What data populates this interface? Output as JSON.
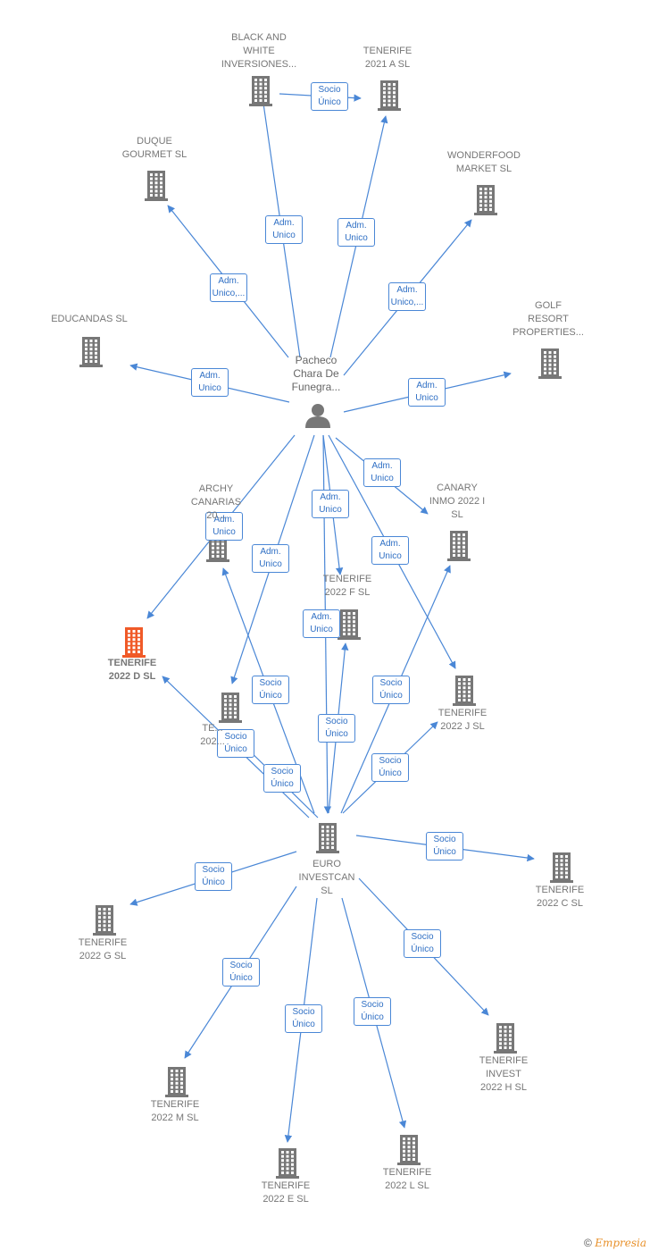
{
  "center_person": {
    "label": "Pacheco\nChara De\nFunegra..."
  },
  "hub_company": {
    "label": "EURO\nINVESTCAN\nSL"
  },
  "companies": [
    {
      "id": "black_white",
      "label": "BLACK AND\nWHITE\nINVERSIONES..."
    },
    {
      "id": "tenerife_2021a",
      "label": "TENERIFE\n2021 A  SL"
    },
    {
      "id": "duque",
      "label": "DUQUE\nGOURMET  SL"
    },
    {
      "id": "wonderfood",
      "label": "WONDERFOOD\nMARKET  SL"
    },
    {
      "id": "educandas",
      "label": "EDUCANDAS SL"
    },
    {
      "id": "golf",
      "label": "GOLF\nRESORT\nPROPERTIES..."
    },
    {
      "id": "archy",
      "label": "ARCHY\nCANARIAS\n20..."
    },
    {
      "id": "canary",
      "label": "CANARY\nINMO 2022 I\nSL"
    },
    {
      "id": "tenerife_2022f",
      "label": "TENERIFE\n2022 F  SL"
    },
    {
      "id": "tenerife_2022d",
      "label": "TENERIFE\n2022 D  SL",
      "highlight": true
    },
    {
      "id": "tenerife_2022x",
      "label": "TE...\n202..."
    },
    {
      "id": "tenerife_2022j",
      "label": "TENERIFE\n2022 J  SL"
    },
    {
      "id": "tenerife_2022c",
      "label": "TENERIFE\n2022 C  SL"
    },
    {
      "id": "tenerife_2022g",
      "label": "TENERIFE\n2022 G  SL"
    },
    {
      "id": "tenerife_2022h",
      "label": "TENERIFE\nINVEST\n2022 H  SL"
    },
    {
      "id": "tenerife_2022m",
      "label": "TENERIFE\n2022 M  SL"
    },
    {
      "id": "tenerife_2022e",
      "label": "TENERIFE\n2022 E  SL"
    },
    {
      "id": "tenerife_2022l",
      "label": "TENERIFE\n2022 L  SL"
    }
  ],
  "relations": [
    {
      "from": "black_white",
      "to": "tenerife_2021a",
      "label": "Socio\nÚnico"
    },
    {
      "from": "person",
      "to": "black_white",
      "label": "Adm.\nUnico"
    },
    {
      "from": "person",
      "to": "tenerife_2021a",
      "label": "Adm.\nUnico"
    },
    {
      "from": "person",
      "to": "duque",
      "label": "Adm.\nUnico,..."
    },
    {
      "from": "person",
      "to": "wonderfood",
      "label": "Adm.\nUnico,..."
    },
    {
      "from": "person",
      "to": "educandas",
      "label": "Adm.\nUnico"
    },
    {
      "from": "person",
      "to": "golf",
      "label": "Adm.\nUnico"
    },
    {
      "from": "person",
      "to": "canary",
      "label": "Adm.\nUnico"
    },
    {
      "from": "person",
      "to": "tenerife_2022d",
      "label": "Adm.\nUnico"
    },
    {
      "from": "person",
      "to": "tenerife_2022x",
      "label": "Adm.\nUnico"
    },
    {
      "from": "person",
      "to": "tenerife_2022f",
      "label": "Adm.\nUnico"
    },
    {
      "from": "person",
      "to": "tenerife_2022j",
      "label": "Adm.\nUnico"
    },
    {
      "from": "person",
      "to": "hub",
      "label": "Adm.\nUnico"
    },
    {
      "from": "hub",
      "to": "archy",
      "label": "Socio\nÚnico"
    },
    {
      "from": "hub",
      "to": "canary",
      "label": "Socio\nÚnico"
    },
    {
      "from": "hub",
      "to": "tenerife_2022f",
      "label": "Socio\nÚnico"
    },
    {
      "from": "hub",
      "to": "tenerife_2022x",
      "label": "Socio\nÚnico"
    },
    {
      "from": "hub",
      "to": "tenerife_2022d",
      "label": "Socio\nÚnico"
    },
    {
      "from": "hub",
      "to": "tenerife_2022j",
      "label": "Socio\nÚnico"
    },
    {
      "from": "hub",
      "to": "tenerife_2022c",
      "label": "Socio\nÚnico"
    },
    {
      "from": "hub",
      "to": "tenerife_2022g",
      "label": "Socio\nÚnico"
    },
    {
      "from": "hub",
      "to": "tenerife_2022h",
      "label": "Socio\nÚnico"
    },
    {
      "from": "hub",
      "to": "tenerife_2022m",
      "label": "Socio\nÚnico"
    },
    {
      "from": "hub",
      "to": "tenerife_2022e",
      "label": "Socio\nÚnico"
    },
    {
      "from": "hub",
      "to": "tenerife_2022l",
      "label": "Socio\nÚnico"
    }
  ],
  "colors": {
    "line": "#4a87d6",
    "building": "#777777",
    "highlight": "#f05a28"
  },
  "footer": {
    "copyright": "©",
    "brand": "Empresia"
  }
}
